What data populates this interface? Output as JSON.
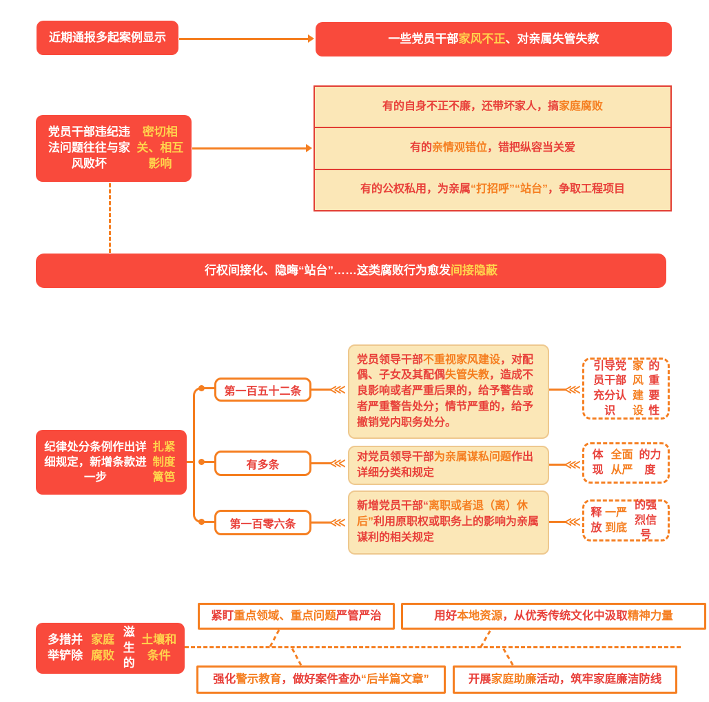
{
  "colors": {
    "red_fill": "#f94a3c",
    "yellow_highlight": "#ffd34d",
    "orange": "#f57e20",
    "red_text": "#e8403a",
    "cream_fill": "#fbe7b7",
    "cream_border": "#eec88e",
    "divider_red": "#e23d33"
  },
  "section1": {
    "cause": [
      {
        "t": "近期通报多起案例显示",
        "c": "w"
      }
    ],
    "effect": [
      {
        "t": "一些党员干部",
        "c": "w"
      },
      {
        "t": "家风不正",
        "c": "y"
      },
      {
        "t": "、对亲属失管失教",
        "c": "w"
      }
    ]
  },
  "section2": {
    "cause": [
      {
        "t": "党员干部违纪违法问题往往与家风败坏",
        "c": "w"
      },
      {
        "t": "密切相关、相互影响",
        "c": "y"
      }
    ],
    "examples": [
      [
        {
          "t": "有的自身不正不廉，还带坏家人，搞",
          "c": "r"
        },
        {
          "t": "家庭腐败",
          "c": "o"
        }
      ],
      [
        {
          "t": "有的",
          "c": "r"
        },
        {
          "t": "亲情观错位",
          "c": "o"
        },
        {
          "t": "，错把纵容当关爱",
          "c": "r"
        }
      ],
      [
        {
          "t": "有的公权私用，为亲属",
          "c": "r"
        },
        {
          "t": "“打招呼”“站台”",
          "c": "o"
        },
        {
          "t": "，争取工程项目",
          "c": "r"
        }
      ]
    ],
    "banner": [
      {
        "t": "行权间接化、隐晦“站台”……这类腐败行为愈发",
        "c": "w"
      },
      {
        "t": "间接隐蔽",
        "c": "y"
      }
    ]
  },
  "section3": {
    "summary": [
      {
        "t": "纪律处分条例作出详细规定，新增条款进一步",
        "c": "w"
      },
      {
        "t": "扎紧制度篱笆",
        "c": "y"
      }
    ],
    "articles": [
      {
        "label": "第一百五十二条",
        "detail": [
          {
            "t": "党员领导干部",
            "c": "r"
          },
          {
            "t": "不重视家风建设",
            "c": "o"
          },
          {
            "t": "，对配偶、子女及其配偶",
            "c": "r"
          },
          {
            "t": "失管失教",
            "c": "o"
          },
          {
            "t": "，造成不良影响或者严重后果的，给予警告或者严重警告处分；情节严重的，给予撤销党内职务处分。",
            "c": "r"
          }
        ],
        "outcome": [
          {
            "t": "引导党员干部充分认识",
            "c": "r"
          },
          {
            "t": "家风建设",
            "c": "o"
          },
          {
            "t": "的重要性",
            "c": "r"
          }
        ]
      },
      {
        "label": "有多条",
        "detail": [
          {
            "t": "对党员领导干部",
            "c": "r"
          },
          {
            "t": "为亲属谋私问题",
            "c": "o"
          },
          {
            "t": "作出详细分类和规定",
            "c": "r"
          }
        ],
        "outcome": [
          {
            "t": "体现",
            "c": "r"
          },
          {
            "t": "全面从严",
            "c": "o"
          },
          {
            "t": "的力度",
            "c": "r"
          }
        ]
      },
      {
        "label": "第一百零六条",
        "detail": [
          {
            "t": "新增党员干部“",
            "c": "r"
          },
          {
            "t": "离职或者退（离）休后”",
            "c": "o"
          },
          {
            "t": "利用原职权或职务上的影响为亲属谋利的相关规定",
            "c": "r"
          }
        ],
        "outcome": [
          {
            "t": "释放",
            "c": "r"
          },
          {
            "t": "一严到底",
            "c": "o"
          },
          {
            "t": "的强烈信号",
            "c": "r"
          }
        ]
      }
    ],
    "chevron_glyph": "⋘"
  },
  "section4": {
    "summary": [
      {
        "t": "多措并举铲除",
        "c": "w"
      },
      {
        "t": "家庭腐败",
        "c": "y"
      },
      {
        "t": "滋生的",
        "c": "w"
      },
      {
        "t": "土壤和条件",
        "c": "y"
      }
    ],
    "measures": [
      [
        {
          "t": "紧盯",
          "c": "r"
        },
        {
          "t": "重点领域、重点问题",
          "c": "o"
        },
        {
          "t": "严管严治",
          "c": "r"
        }
      ],
      [
        {
          "t": "用好",
          "c": "r"
        },
        {
          "t": "本地资源",
          "c": "o"
        },
        {
          "t": "，从优秀传统文化中汲取",
          "c": "r"
        },
        {
          "t": "精神力量",
          "c": "o"
        }
      ],
      [
        {
          "t": "强化",
          "c": "r"
        },
        {
          "t": "警示教育",
          "c": "o"
        },
        {
          "t": "，做好案件查办",
          "c": "r"
        },
        {
          "t": "“后半篇文章”",
          "c": "o"
        }
      ],
      [
        {
          "t": "开展",
          "c": "r"
        },
        {
          "t": "家庭助廉",
          "c": "o"
        },
        {
          "t": "活动，筑牢家庭廉洁防线",
          "c": "r"
        }
      ]
    ]
  }
}
